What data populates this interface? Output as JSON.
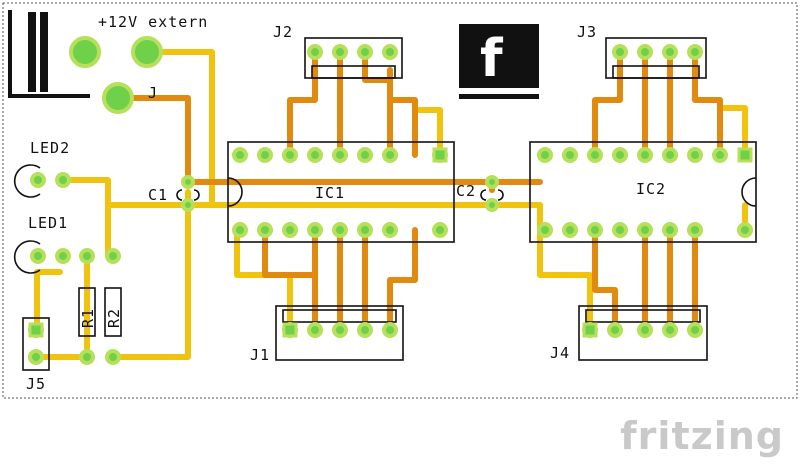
{
  "labels": {
    "power": "+12V extern",
    "power_pin": "J",
    "j1": "J1",
    "j2": "J2",
    "j3": "J3",
    "j4": "J4",
    "j5": "J5",
    "ic1": "IC1",
    "ic2": "IC2",
    "c1": "C1",
    "c2": "C2",
    "led1": "LED1",
    "led2": "LED2",
    "r1": "R1",
    "r2": "R2"
  },
  "logo": {
    "letter": "f"
  },
  "brand": "fritzing",
  "colors": {
    "board_bg": "#ffffff",
    "trace_top": "#f0c40e",
    "trace_bottom": "#e08a10",
    "pad_ring": "#b6e05a",
    "pad_center": "#6fd04a",
    "silkscreen": "#111111",
    "brand_text": "#c9c9c9"
  }
}
